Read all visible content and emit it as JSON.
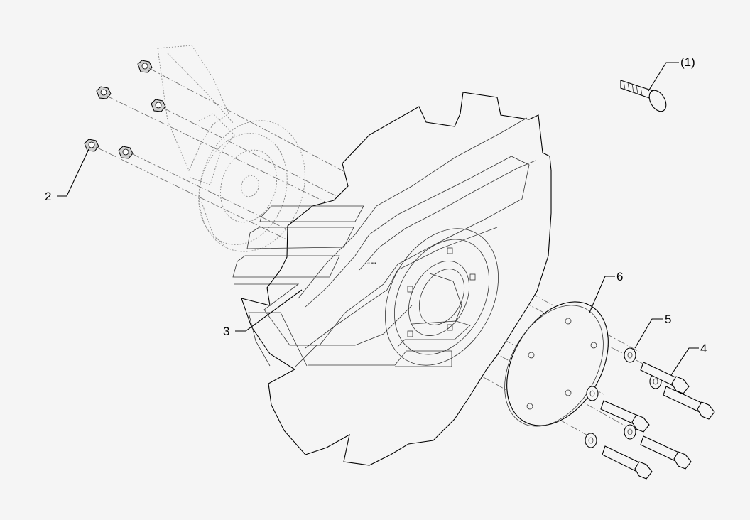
{
  "callouts": {
    "item_1": "(1)",
    "item_2": "2",
    "item_3": "3",
    "item_4": "4",
    "item_5": "5",
    "item_6": "6"
  },
  "hub_stamp": "◦◦ ▪▪▪"
}
